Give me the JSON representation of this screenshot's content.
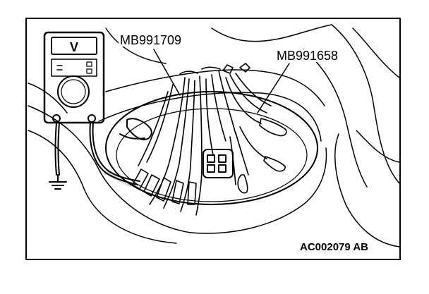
{
  "figure": {
    "tool_label_1": "MB991709",
    "tool_label_2": "MB991658",
    "reference_code": "AC002079 AB",
    "meter_display_symbol": "V",
    "line_color": "#000000",
    "background_color": "#ffffff"
  }
}
